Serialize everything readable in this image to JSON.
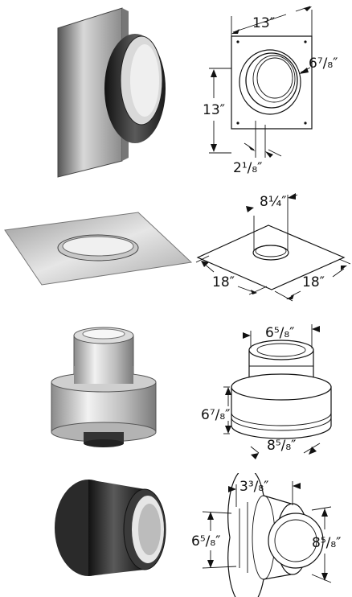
{
  "products": [
    {
      "name_icon": "ceiling-support-plate-photo",
      "dims": {
        "top": "13″",
        "left": "13″",
        "ring": "6⁷/₈″",
        "bottom": "2¹/₈″"
      }
    },
    {
      "name_icon": "flat-flashing-plate-photo",
      "dims": {
        "top": "8¼″",
        "left": "18″",
        "right": "18″"
      }
    },
    {
      "name_icon": "stainless-adapter-photo",
      "dims": {
        "top": "6⁵/₈″",
        "left": "6⁷/₈″",
        "bottom": "8⁵/₈″"
      }
    },
    {
      "name_icon": "black-wall-thimble-photo",
      "dims": {
        "top": "3³/₈″",
        "left": "6⁵/₈″",
        "right": "8⁵/₈″"
      }
    }
  ]
}
